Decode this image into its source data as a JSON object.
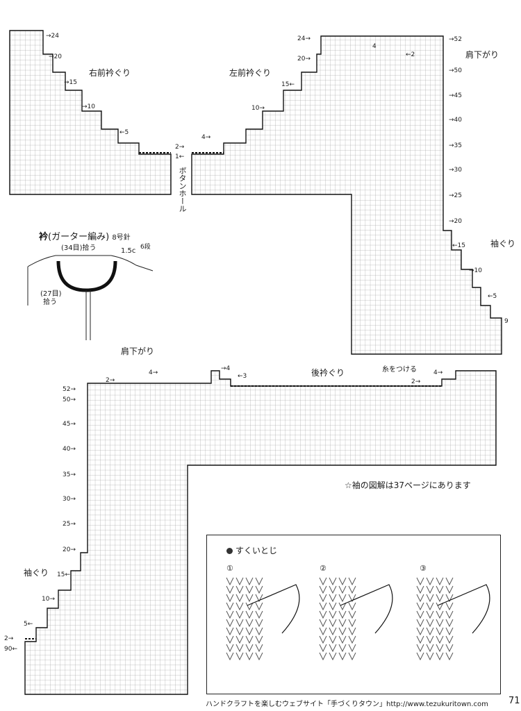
{
  "labels": {
    "right_front_neck": "右前衿ぐり",
    "left_front_neck": "左前衿ぐり",
    "shoulder_top": "肩下がり",
    "shoulder_back": "肩下がり",
    "armhole_right": "袖ぐり",
    "armhole_left": "袖ぐり",
    "back_neck": "後衿ぐり",
    "attach_yarn": "糸をつける",
    "button_hole": "ボタンホール"
  },
  "collar": {
    "title": "衿",
    "sub": "(ガーター編み)",
    "needle": "8号針",
    "pick_top": "(34目)拾う",
    "pick_side_count": "(27目)",
    "pick_side": "拾う",
    "size": "1.5c",
    "rows": "6段"
  },
  "right_front_tags": [
    "24",
    "20",
    "15",
    "10",
    "5",
    "2",
    "1"
  ],
  "left_front_tags": [
    "24",
    "20",
    "15",
    "10",
    "4",
    "2",
    "4",
    "2"
  ],
  "left_right_col": [
    "52",
    "50",
    "45",
    "40",
    "35",
    "30",
    "25",
    "20",
    "15",
    "10",
    "5",
    "9"
  ],
  "back_left_col": [
    "52",
    "50",
    "45",
    "40",
    "35",
    "30",
    "25",
    "20",
    "15",
    "10",
    "5",
    "2",
    "90"
  ],
  "back_top_tags": [
    "2",
    "4",
    "4",
    "3",
    "2",
    "4"
  ],
  "note": "☆袖の図解は37ページにあります",
  "sukui": {
    "title": "すくいとじ",
    "steps": [
      "①",
      "②",
      "③"
    ]
  },
  "footer": "ハンドクラフトを楽しむウェブサイト「手づくりタウン」http://www.tezukuritown.com",
  "page_number": "71"
}
